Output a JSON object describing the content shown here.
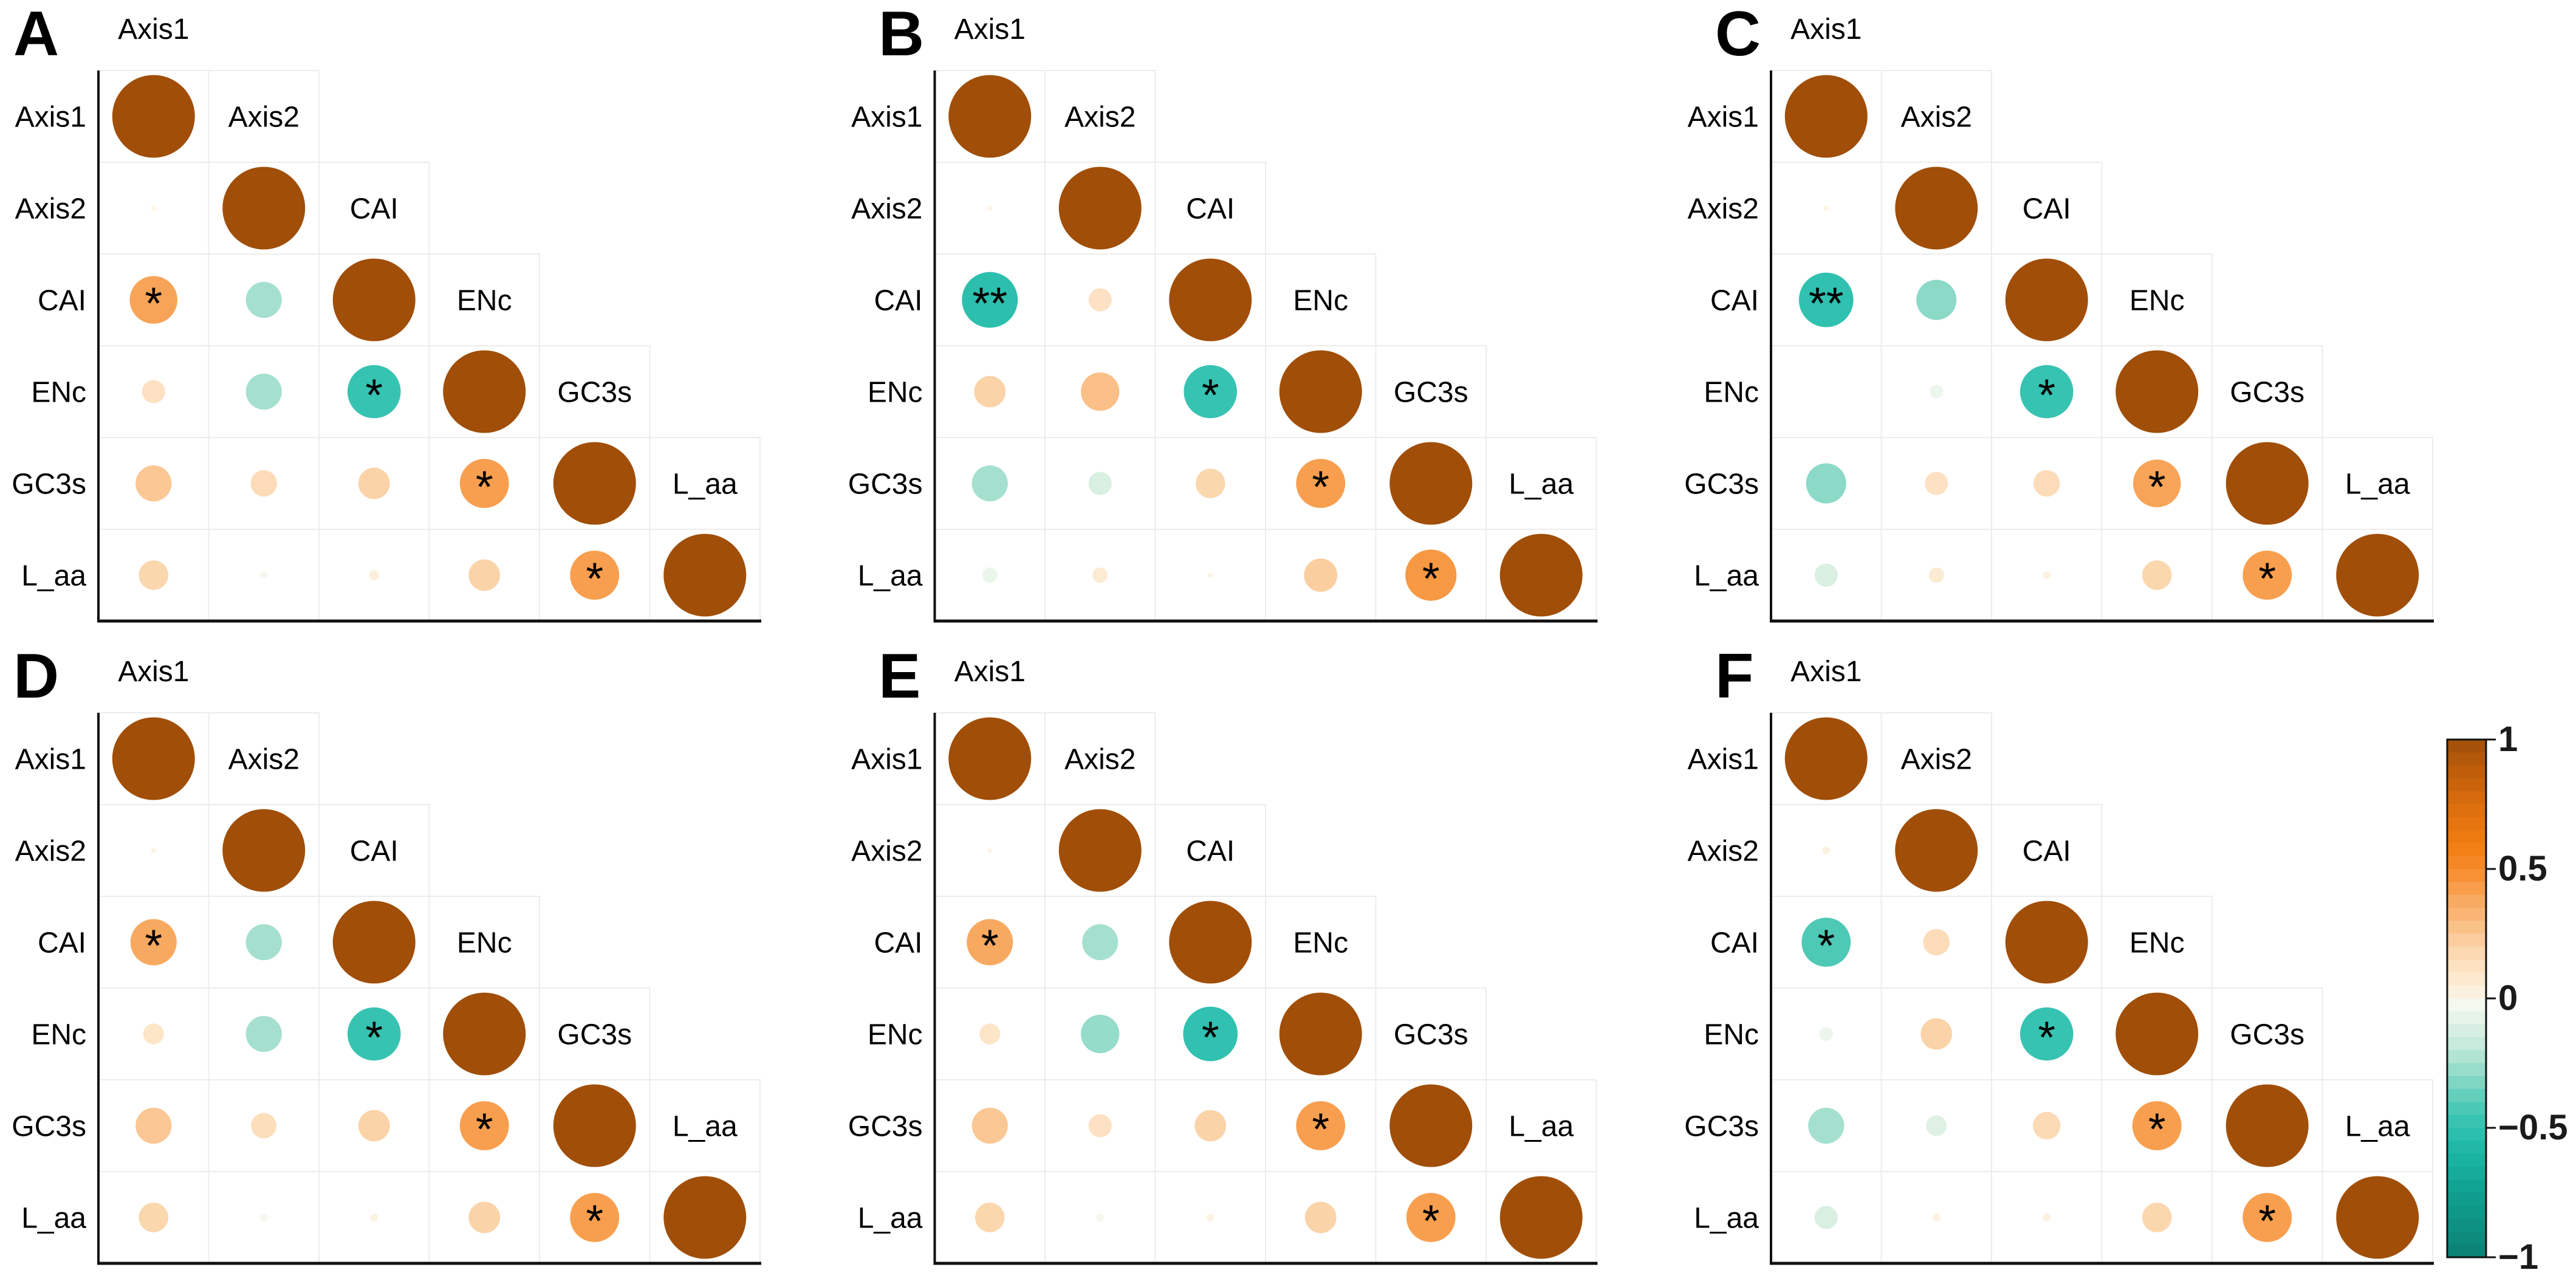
{
  "figure": {
    "background": "#FFFFFF",
    "description": "Six lower-triangular correlation bubble matrices (panels A-F) with shared diverging brown-teal color scale"
  },
  "chart_data": {
    "type": "heatmap",
    "subtype": "correlation-bubble-matrix",
    "variables": [
      "Axis1",
      "Axis2",
      "CAI",
      "ENc",
      "GC3s",
      "L_aa"
    ],
    "diagonal_r": 1,
    "legend_position": "right-of-panel-F",
    "grid": true,
    "color_scale_stops": [
      [
        -1.0,
        "#0B8174"
      ],
      [
        -0.75,
        "#10A090"
      ],
      [
        -0.6,
        "#1CB5A4"
      ],
      [
        -0.5,
        "#30C1B0"
      ],
      [
        -0.4,
        "#55CBB8"
      ],
      [
        -0.3,
        "#8BD9C6"
      ],
      [
        -0.2,
        "#BEE7D8"
      ],
      [
        -0.1,
        "#DFF1E5"
      ],
      [
        -0.03,
        "#F2F8EF"
      ],
      [
        0.0,
        "#FCF8EC"
      ],
      [
        0.03,
        "#FCEFDB"
      ],
      [
        0.1,
        "#FDE5C8"
      ],
      [
        0.2,
        "#FBD3A8"
      ],
      [
        0.3,
        "#FABB7F"
      ],
      [
        0.4,
        "#F8A458"
      ],
      [
        0.5,
        "#F68B2B"
      ],
      [
        0.6,
        "#F07C10"
      ],
      [
        0.75,
        "#DC6E0D"
      ],
      [
        1.0,
        "#A04E08"
      ]
    ],
    "colorbar": {
      "min": -1,
      "max": 1,
      "segments": 40,
      "tick_values": [
        1,
        0.5,
        0,
        -0.5,
        -1
      ],
      "tick_labels": [
        "1",
        "0.5",
        "0",
        "−0.5",
        "−1"
      ]
    },
    "panels": [
      {
        "letter": "A",
        "position": {
          "row": 0,
          "col": 0
        },
        "correlations": [
          {
            "row": "Axis2",
            "col": "Axis1",
            "r": 0.01,
            "sig": ""
          },
          {
            "row": "CAI",
            "col": "Axis1",
            "r": 0.4,
            "sig": "*"
          },
          {
            "row": "CAI",
            "col": "Axis2",
            "r": -0.25,
            "sig": ""
          },
          {
            "row": "ENc",
            "col": "Axis1",
            "r": 0.12,
            "sig": ""
          },
          {
            "row": "ENc",
            "col": "Axis2",
            "r": -0.25,
            "sig": ""
          },
          {
            "row": "ENc",
            "col": "CAI",
            "r": -0.48,
            "sig": "*"
          },
          {
            "row": "GC3s",
            "col": "Axis1",
            "r": 0.25,
            "sig": ""
          },
          {
            "row": "GC3s",
            "col": "Axis2",
            "r": 0.15,
            "sig": ""
          },
          {
            "row": "GC3s",
            "col": "CAI",
            "r": 0.2,
            "sig": ""
          },
          {
            "row": "GC3s",
            "col": "ENc",
            "r": 0.42,
            "sig": "*"
          },
          {
            "row": "L_aa",
            "col": "Axis1",
            "r": 0.18,
            "sig": ""
          },
          {
            "row": "L_aa",
            "col": "Axis2",
            "r": -0.02,
            "sig": ""
          },
          {
            "row": "L_aa",
            "col": "CAI",
            "r": 0.03,
            "sig": ""
          },
          {
            "row": "L_aa",
            "col": "ENc",
            "r": 0.2,
            "sig": ""
          },
          {
            "row": "L_aa",
            "col": "GC3s",
            "r": 0.42,
            "sig": "*"
          }
        ]
      },
      {
        "letter": "B",
        "position": {
          "row": 0,
          "col": 1
        },
        "correlations": [
          {
            "row": "Axis2",
            "col": "Axis1",
            "r": 0.01,
            "sig": ""
          },
          {
            "row": "CAI",
            "col": "Axis1",
            "r": -0.52,
            "sig": "**"
          },
          {
            "row": "CAI",
            "col": "Axis2",
            "r": 0.12,
            "sig": ""
          },
          {
            "row": "ENc",
            "col": "Axis1",
            "r": 0.2,
            "sig": ""
          },
          {
            "row": "ENc",
            "col": "Axis2",
            "r": 0.28,
            "sig": ""
          },
          {
            "row": "ENc",
            "col": "CAI",
            "r": -0.48,
            "sig": "*"
          },
          {
            "row": "GC3s",
            "col": "Axis1",
            "r": -0.25,
            "sig": ""
          },
          {
            "row": "GC3s",
            "col": "Axis2",
            "r": -0.12,
            "sig": ""
          },
          {
            "row": "GC3s",
            "col": "CAI",
            "r": 0.18,
            "sig": ""
          },
          {
            "row": "GC3s",
            "col": "ENc",
            "r": 0.42,
            "sig": "*"
          },
          {
            "row": "L_aa",
            "col": "Axis1",
            "r": -0.06,
            "sig": ""
          },
          {
            "row": "L_aa",
            "col": "Axis2",
            "r": 0.06,
            "sig": ""
          },
          {
            "row": "L_aa",
            "col": "CAI",
            "r": 0.01,
            "sig": ""
          },
          {
            "row": "L_aa",
            "col": "ENc",
            "r": 0.22,
            "sig": ""
          },
          {
            "row": "L_aa",
            "col": "GC3s",
            "r": 0.45,
            "sig": "*"
          }
        ]
      },
      {
        "letter": "C",
        "position": {
          "row": 0,
          "col": 2
        },
        "correlations": [
          {
            "row": "Axis2",
            "col": "Axis1",
            "r": 0.01,
            "sig": ""
          },
          {
            "row": "CAI",
            "col": "Axis1",
            "r": -0.5,
            "sig": "**"
          },
          {
            "row": "CAI",
            "col": "Axis2",
            "r": -0.3,
            "sig": ""
          },
          {
            "row": "ENc",
            "col": "Axis1",
            "r": 0.0,
            "sig": ""
          },
          {
            "row": "ENc",
            "col": "Axis2",
            "r": -0.05,
            "sig": ""
          },
          {
            "row": "ENc",
            "col": "CAI",
            "r": -0.48,
            "sig": "*"
          },
          {
            "row": "GC3s",
            "col": "Axis1",
            "r": -0.3,
            "sig": ""
          },
          {
            "row": "GC3s",
            "col": "Axis2",
            "r": 0.12,
            "sig": ""
          },
          {
            "row": "GC3s",
            "col": "CAI",
            "r": 0.15,
            "sig": ""
          },
          {
            "row": "GC3s",
            "col": "ENc",
            "r": 0.4,
            "sig": "*"
          },
          {
            "row": "L_aa",
            "col": "Axis1",
            "r": -0.12,
            "sig": ""
          },
          {
            "row": "L_aa",
            "col": "Axis2",
            "r": 0.06,
            "sig": ""
          },
          {
            "row": "L_aa",
            "col": "CAI",
            "r": 0.02,
            "sig": ""
          },
          {
            "row": "L_aa",
            "col": "ENc",
            "r": 0.18,
            "sig": ""
          },
          {
            "row": "L_aa",
            "col": "GC3s",
            "r": 0.42,
            "sig": "*"
          }
        ]
      },
      {
        "letter": "D",
        "position": {
          "row": 1,
          "col": 0
        },
        "correlations": [
          {
            "row": "Axis2",
            "col": "Axis1",
            "r": 0.01,
            "sig": ""
          },
          {
            "row": "CAI",
            "col": "Axis1",
            "r": 0.38,
            "sig": "*"
          },
          {
            "row": "CAI",
            "col": "Axis2",
            "r": -0.25,
            "sig": ""
          },
          {
            "row": "ENc",
            "col": "Axis1",
            "r": 0.1,
            "sig": ""
          },
          {
            "row": "ENc",
            "col": "Axis2",
            "r": -0.25,
            "sig": ""
          },
          {
            "row": "ENc",
            "col": "CAI",
            "r": -0.48,
            "sig": "*"
          },
          {
            "row": "GC3s",
            "col": "Axis1",
            "r": 0.25,
            "sig": ""
          },
          {
            "row": "GC3s",
            "col": "Axis2",
            "r": 0.14,
            "sig": ""
          },
          {
            "row": "GC3s",
            "col": "CAI",
            "r": 0.2,
            "sig": ""
          },
          {
            "row": "GC3s",
            "col": "ENc",
            "r": 0.42,
            "sig": "*"
          },
          {
            "row": "L_aa",
            "col": "Axis1",
            "r": 0.18,
            "sig": ""
          },
          {
            "row": "L_aa",
            "col": "Axis2",
            "r": -0.02,
            "sig": ""
          },
          {
            "row": "L_aa",
            "col": "CAI",
            "r": 0.02,
            "sig": ""
          },
          {
            "row": "L_aa",
            "col": "ENc",
            "r": 0.2,
            "sig": ""
          },
          {
            "row": "L_aa",
            "col": "GC3s",
            "r": 0.42,
            "sig": "*"
          }
        ]
      },
      {
        "letter": "E",
        "position": {
          "row": 1,
          "col": 1
        },
        "correlations": [
          {
            "row": "Axis2",
            "col": "Axis1",
            "r": 0.01,
            "sig": ""
          },
          {
            "row": "CAI",
            "col": "Axis1",
            "r": 0.38,
            "sig": "*"
          },
          {
            "row": "CAI",
            "col": "Axis2",
            "r": -0.25,
            "sig": ""
          },
          {
            "row": "ENc",
            "col": "Axis1",
            "r": 0.1,
            "sig": ""
          },
          {
            "row": "ENc",
            "col": "Axis2",
            "r": -0.28,
            "sig": ""
          },
          {
            "row": "ENc",
            "col": "CAI",
            "r": -0.5,
            "sig": "*"
          },
          {
            "row": "GC3s",
            "col": "Axis1",
            "r": 0.25,
            "sig": ""
          },
          {
            "row": "GC3s",
            "col": "Axis2",
            "r": 0.12,
            "sig": ""
          },
          {
            "row": "GC3s",
            "col": "CAI",
            "r": 0.2,
            "sig": ""
          },
          {
            "row": "GC3s",
            "col": "ENc",
            "r": 0.42,
            "sig": "*"
          },
          {
            "row": "L_aa",
            "col": "Axis1",
            "r": 0.18,
            "sig": ""
          },
          {
            "row": "L_aa",
            "col": "Axis2",
            "r": -0.02,
            "sig": ""
          },
          {
            "row": "L_aa",
            "col": "CAI",
            "r": 0.02,
            "sig": ""
          },
          {
            "row": "L_aa",
            "col": "ENc",
            "r": 0.2,
            "sig": ""
          },
          {
            "row": "L_aa",
            "col": "GC3s",
            "r": 0.42,
            "sig": "*"
          }
        ]
      },
      {
        "letter": "F",
        "position": {
          "row": 1,
          "col": 2
        },
        "correlations": [
          {
            "row": "Axis2",
            "col": "Axis1",
            "r": 0.02,
            "sig": ""
          },
          {
            "row": "CAI",
            "col": "Axis1",
            "r": -0.42,
            "sig": "*"
          },
          {
            "row": "CAI",
            "col": "Axis2",
            "r": 0.15,
            "sig": ""
          },
          {
            "row": "ENc",
            "col": "Axis1",
            "r": -0.05,
            "sig": ""
          },
          {
            "row": "ENc",
            "col": "Axis2",
            "r": 0.2,
            "sig": ""
          },
          {
            "row": "ENc",
            "col": "CAI",
            "r": -0.48,
            "sig": "*"
          },
          {
            "row": "GC3s",
            "col": "Axis1",
            "r": -0.25,
            "sig": ""
          },
          {
            "row": "GC3s",
            "col": "Axis2",
            "r": -0.1,
            "sig": ""
          },
          {
            "row": "GC3s",
            "col": "CAI",
            "r": 0.16,
            "sig": ""
          },
          {
            "row": "GC3s",
            "col": "ENc",
            "r": 0.42,
            "sig": "*"
          },
          {
            "row": "L_aa",
            "col": "Axis1",
            "r": -0.12,
            "sig": ""
          },
          {
            "row": "L_aa",
            "col": "Axis2",
            "r": 0.02,
            "sig": ""
          },
          {
            "row": "L_aa",
            "col": "CAI",
            "r": 0.02,
            "sig": ""
          },
          {
            "row": "L_aa",
            "col": "ENc",
            "r": 0.18,
            "sig": ""
          },
          {
            "row": "L_aa",
            "col": "GC3s",
            "r": 0.42,
            "sig": "*"
          }
        ]
      }
    ]
  }
}
